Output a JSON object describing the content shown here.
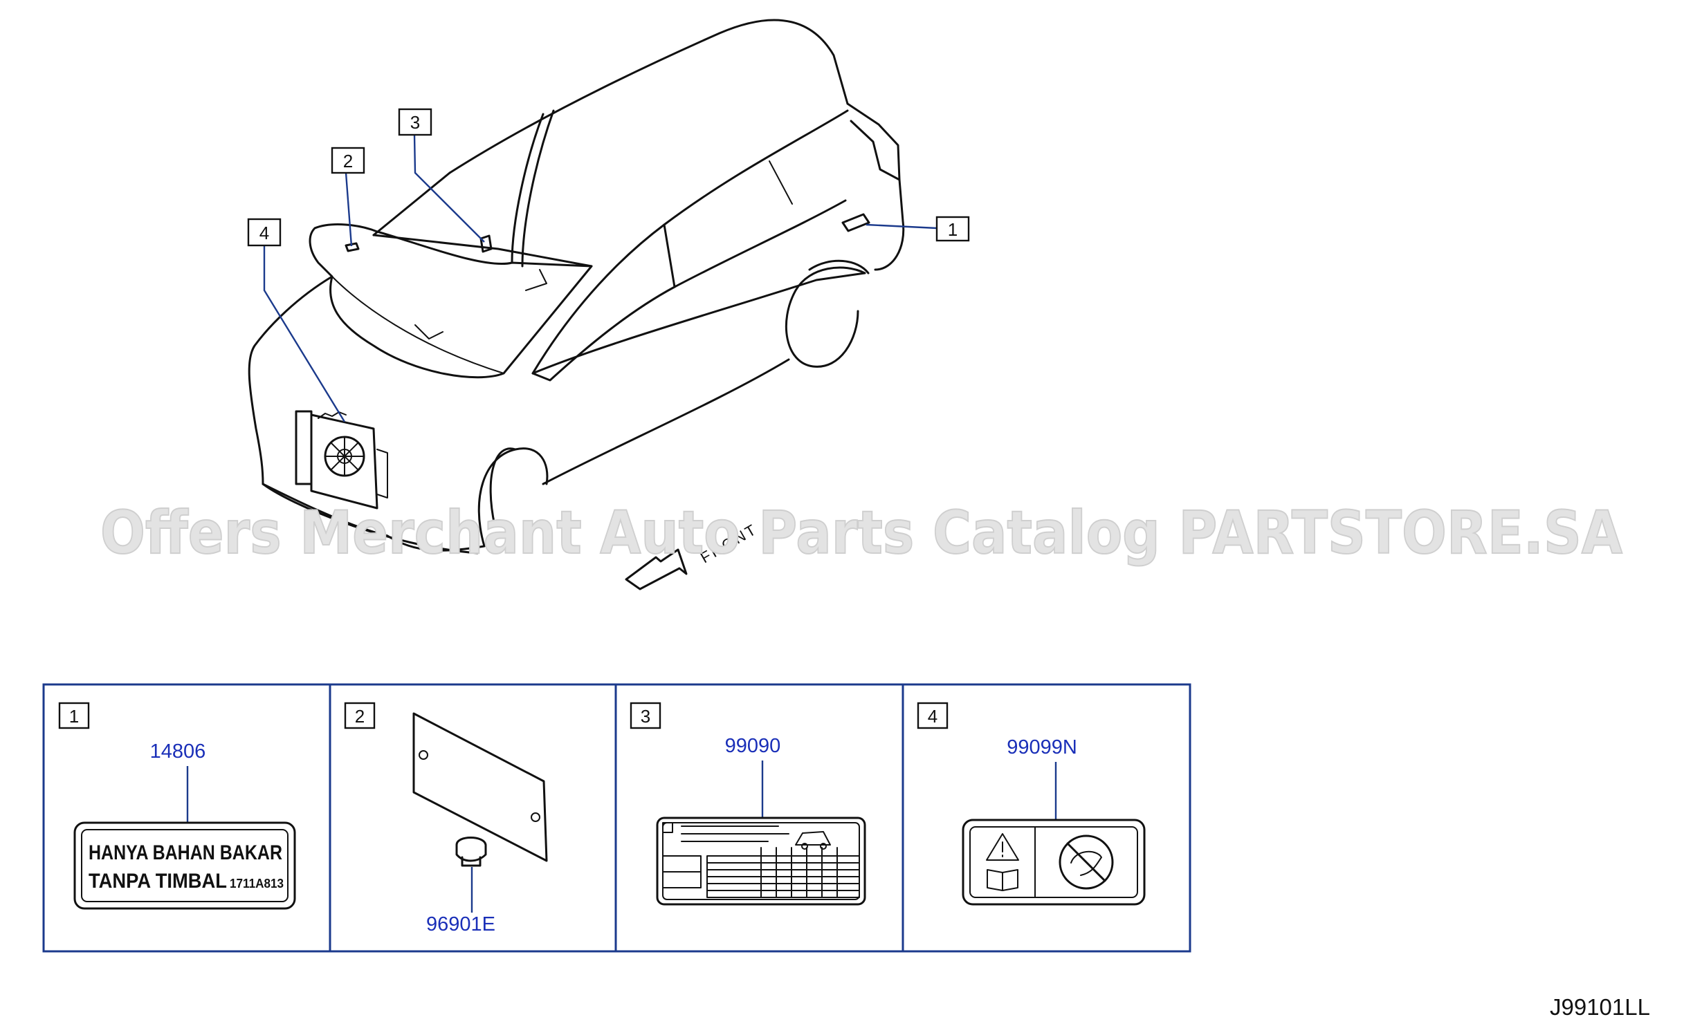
{
  "watermark": "Offers Merchant Auto Parts Catalog PARTSTORE.SA",
  "front_label": "FRONT",
  "diagram_ref": "J99101LL",
  "callouts": [
    {
      "num": "1"
    },
    {
      "num": "2"
    },
    {
      "num": "3"
    },
    {
      "num": "4"
    }
  ],
  "panels": [
    {
      "num": "1",
      "part": "14806",
      "label_lines": [
        "HANYA BAHAN BAKAR",
        "TANPA TIMBAL"
      ],
      "label_code": "1711A813"
    },
    {
      "num": "2",
      "part": "96901E"
    },
    {
      "num": "3",
      "part": "99090"
    },
    {
      "num": "4",
      "part": "99099N"
    }
  ]
}
